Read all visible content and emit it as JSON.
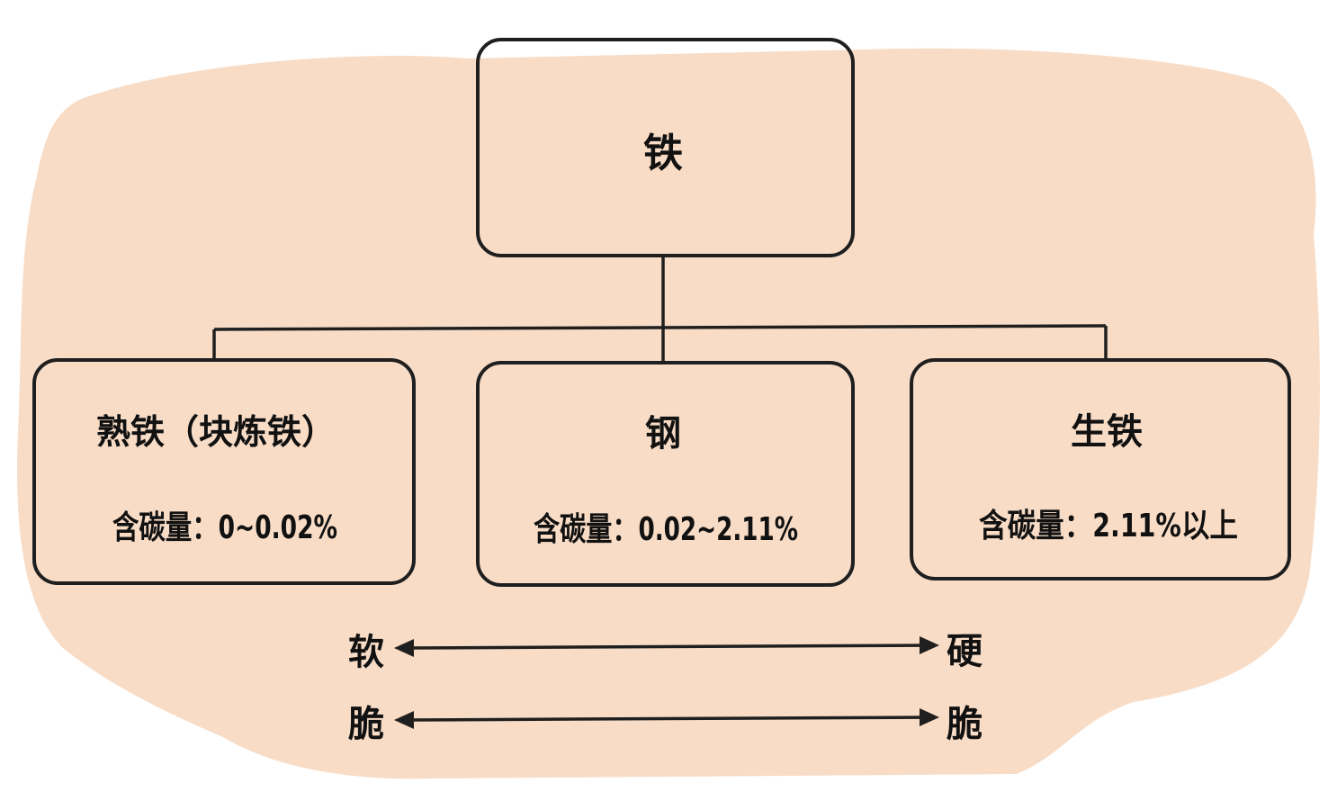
{
  "root": {
    "label": "铁"
  },
  "children": [
    {
      "name": "熟铁（块炼铁）",
      "carbon": "含碳量：0~0.02%"
    },
    {
      "name": "钢",
      "carbon": "含碳量：0.02~2.11%"
    },
    {
      "name": "生铁",
      "carbon": "含碳量：2.11%以上"
    }
  ],
  "scales": [
    {
      "left": "软",
      "right": "硬"
    },
    {
      "left": "脆",
      "right": "脆"
    }
  ],
  "colors": {
    "background": "#f8dcc6",
    "stroke": "#1f1f1f",
    "text": "#111111"
  }
}
